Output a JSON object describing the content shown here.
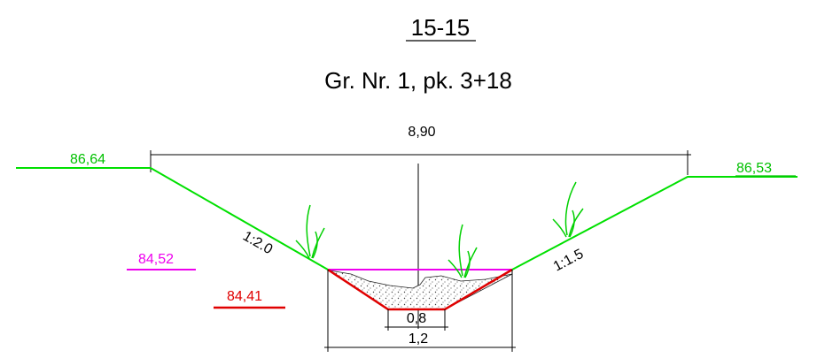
{
  "section": {
    "title": "15-15",
    "subtitle": "Gr. Nr. 1, pk. 3+18"
  },
  "dimensions": {
    "top_width": "8,90",
    "bottom_inner": "0,8",
    "bottom_outer": "1,2"
  },
  "elevations": {
    "left_ground": "86,64",
    "right_ground": "86,53",
    "water_level": "84,52",
    "bottom_level": "84,41"
  },
  "slopes": {
    "left": "1:2.0",
    "right": "1:1.5"
  },
  "colors": {
    "ground_line": "#00e000",
    "water_line": "#ee00ee",
    "bottom_line": "#e00000",
    "dimension_line": "#000000"
  }
}
